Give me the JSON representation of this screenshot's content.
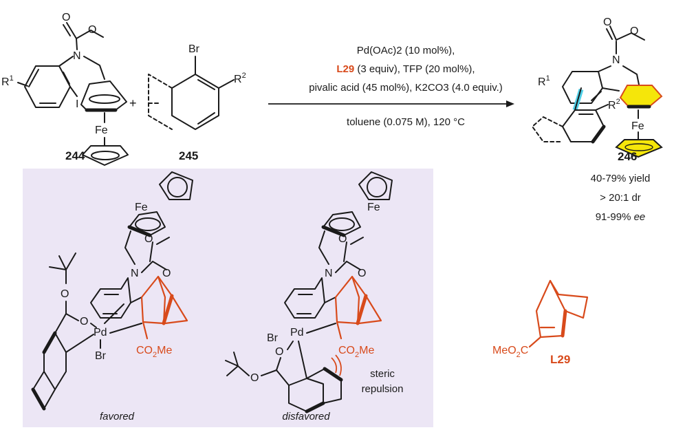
{
  "compounds": {
    "start_ferrocene": {
      "label": "244",
      "substituent": "R1",
      "halogen": "I",
      "metal": "Fe"
    },
    "aryl_bromide": {
      "label": "245",
      "halogen": "Br",
      "substituent": "R2"
    },
    "product": {
      "label": "246",
      "r1": "R1",
      "r2": "R2",
      "metal": "Fe"
    }
  },
  "plus": "+",
  "conditions": {
    "line1": "Pd(OAc)2 (10 mol%),",
    "line2_ligand": "L29",
    "line2_rest": " (3 equiv), TFP (20 mol%),",
    "line3": "pivalic acid (45 mol%), K2CO3 (4.0 equiv.)",
    "line4": "toluene (0.075 M), 120 °C"
  },
  "results": {
    "yield": "40-79% yield",
    "dr": "> 20:1 dr",
    "ee_value": "91-99% ",
    "ee_label": "ee"
  },
  "transition_states": {
    "favored": {
      "caption": "favored",
      "metal": "Pd",
      "halide": "Br",
      "ester": "CO2Me"
    },
    "disfavored": {
      "caption": "disfavored",
      "metal": "Pd",
      "halide": "Br",
      "ester": "CO2Me",
      "note_line1": "steric",
      "note_line2": "repulsion"
    }
  },
  "ligand": {
    "label": "L29",
    "ester": "MeO2C"
  },
  "colors": {
    "accent": "#d84a1b",
    "panel": "#ece6f5",
    "highlight": "#4fd0e8",
    "ferrocene_fill": "#f5e60a"
  }
}
